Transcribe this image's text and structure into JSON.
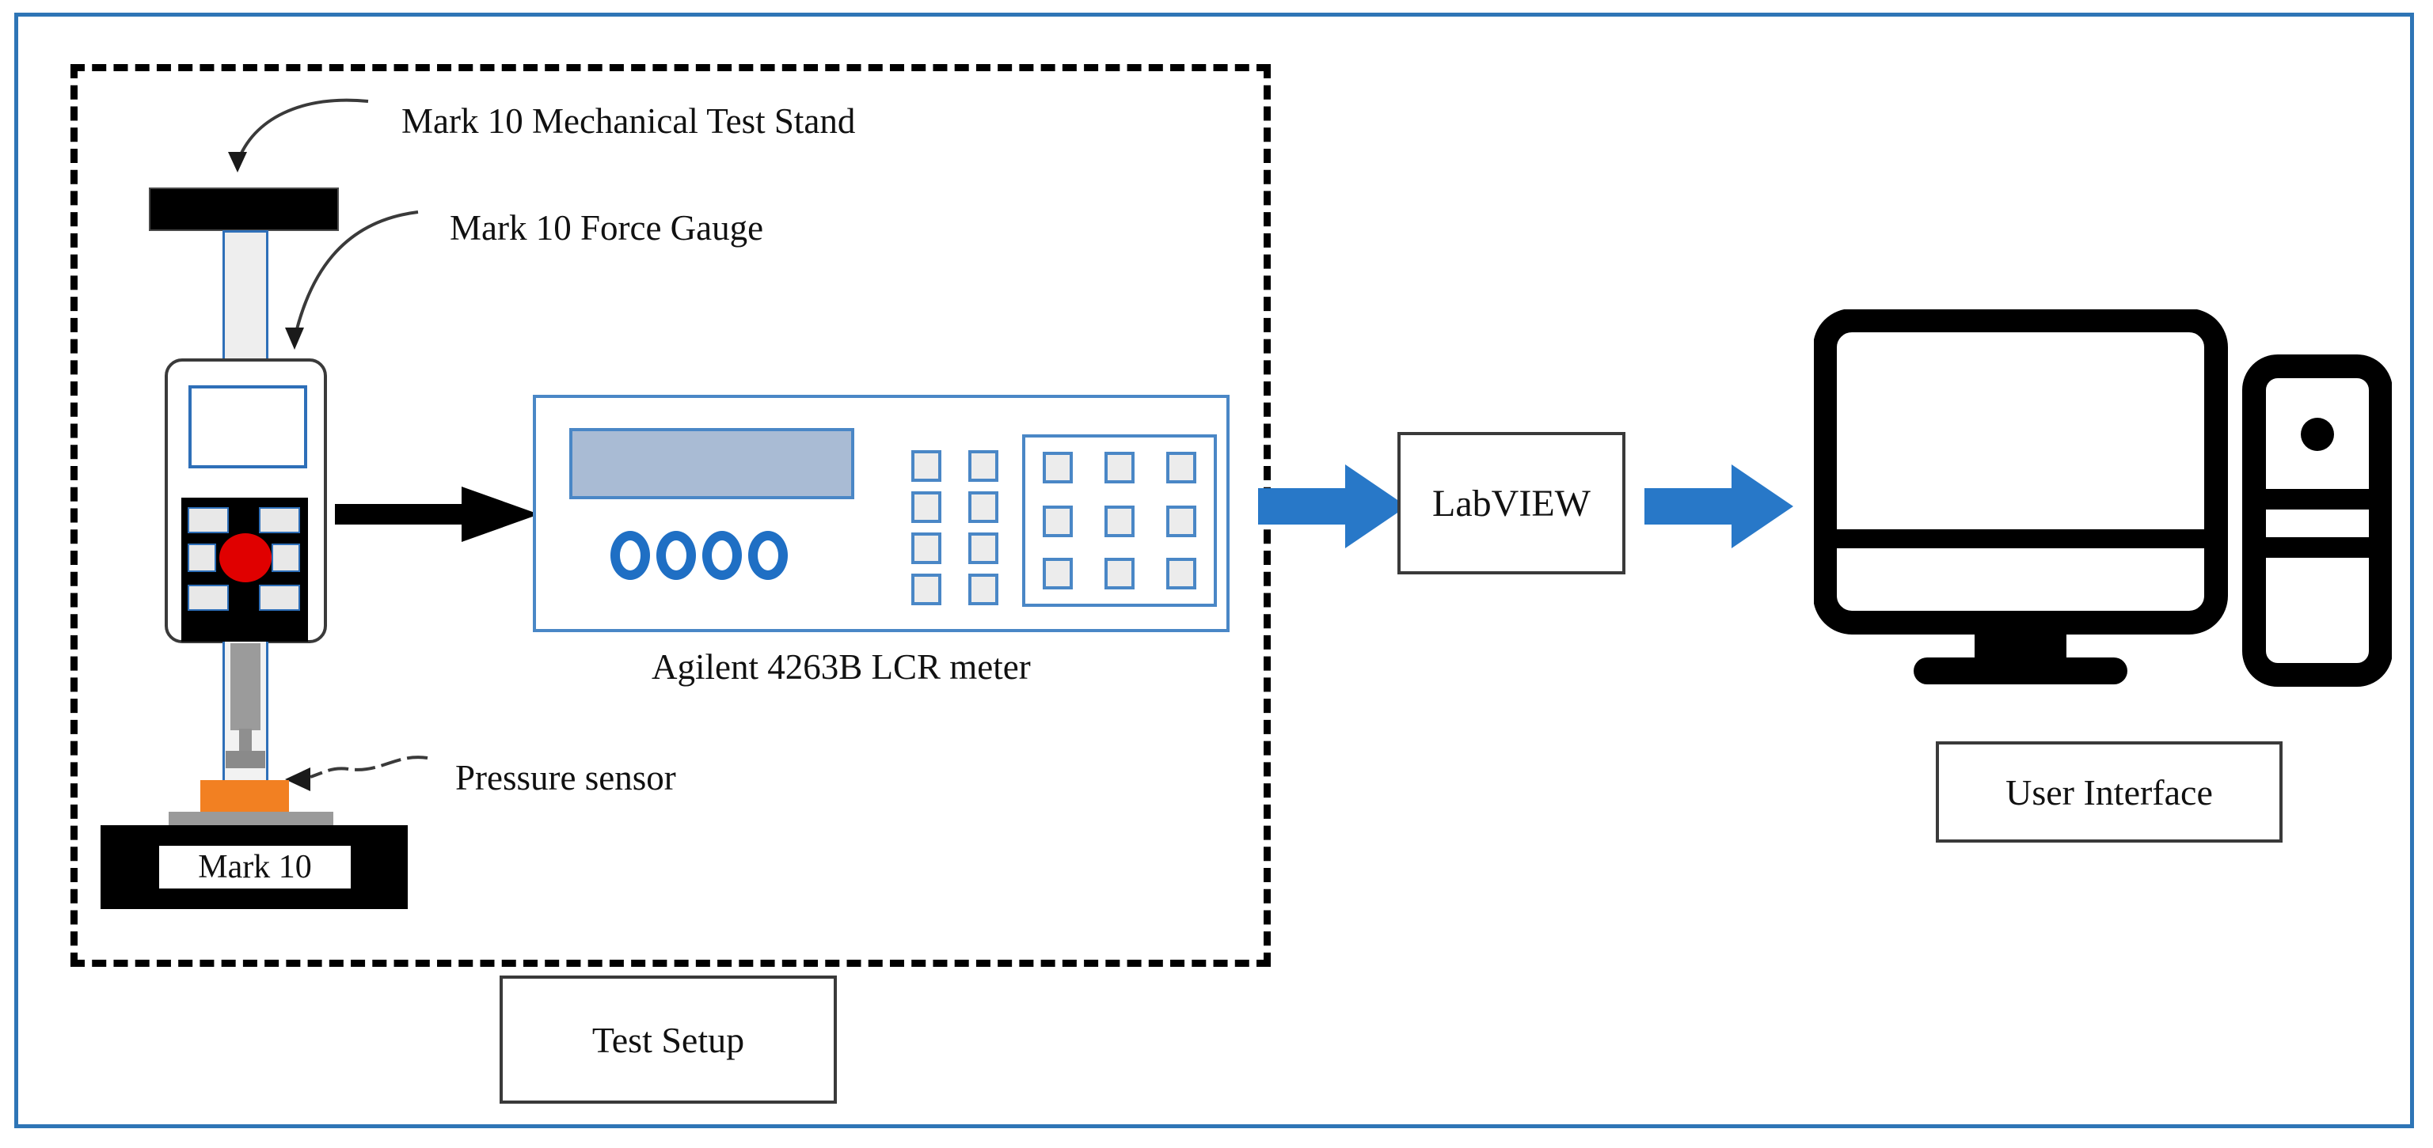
{
  "diagram": {
    "title": "Test Setup Block Diagram",
    "outer_border_color": "#2E75B6",
    "dashed_group_color": "#000000",
    "accent_blue": "#2E6FB8",
    "arrow_blue": "#1F6FC4",
    "sensor_orange": "#F28022",
    "red_button": "#E00000",
    "display_fill": "#A9BBD4"
  },
  "labels": {
    "test_stand": "Mark 10 Mechanical Test Stand",
    "force_gauge": "Mark 10 Force Gauge",
    "pressure_sensor": "Pressure sensor",
    "lcr_meter": "Agilent 4263B LCR meter"
  },
  "boxes": {
    "base_brand": "Mark 10",
    "labview": "LabVIEW",
    "user_interface": "User Interface",
    "test_setup": "Test Setup"
  },
  "lcr_meter": {
    "display_label": "",
    "knob_count": 4,
    "left_key_grid": {
      "cols": 2,
      "rows": 4
    },
    "panel_key_grid": {
      "cols": 3,
      "rows": 3
    }
  },
  "force_gauge": {
    "keypad_keys": 6,
    "has_red_button": true
  },
  "computer": {
    "monitor": "desktop-monitor",
    "tower": "desktop-tower"
  },
  "flow": {
    "step1": "Mark 10 Force Gauge",
    "step2": "Agilent 4263B LCR meter",
    "step3": "LabVIEW",
    "step4": "User Interface"
  }
}
